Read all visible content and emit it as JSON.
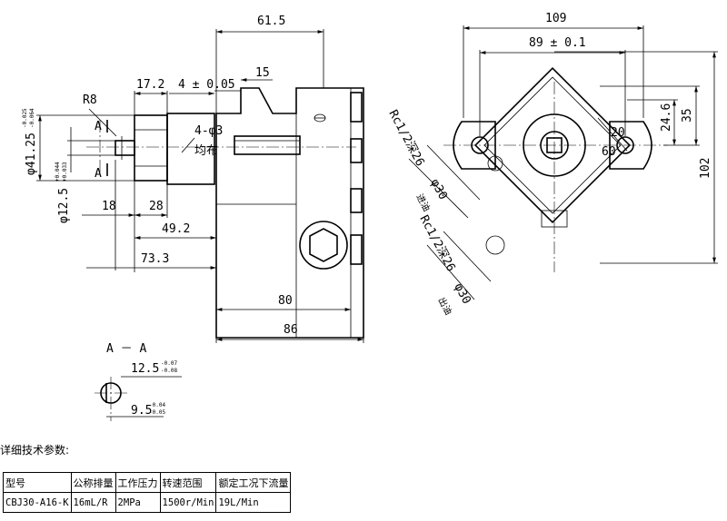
{
  "front_view": {
    "dims": {
      "d61_5": "61.5",
      "d17_2": "17.2",
      "d4pm": "4 ± 0.05",
      "d15": "15",
      "r8": "R8",
      "a_top": "A",
      "a_bot": "A",
      "holes": "4-φ3",
      "holes_note": "均布",
      "d41": "φ41.25",
      "d41_tol_up": "-0.025",
      "d41_tol_dn": "-0.064",
      "d125": "φ12.5",
      "d125_tol_up": "+0.044",
      "d125_tol_dn": "+0.033",
      "d18": "18",
      "d28": "28",
      "d49": "49.2",
      "d73": "73.3",
      "d80": "80",
      "d86": "86"
    }
  },
  "side_view": {
    "dims": {
      "d109": "109",
      "d89": "89 ± 0.1",
      "d35": "35",
      "d24_6": "24.6",
      "d20": "20",
      "d60": "60",
      "d102": "102",
      "port_thread_1": "Rc1/2深26",
      "port_dia_1": "φ30",
      "port_label_1": "进油",
      "port_thread_2": "Rc1/2深26",
      "port_dia_2": "φ30",
      "port_label_2": "出油"
    }
  },
  "section_view": {
    "title": "A － A",
    "d125": "12.5",
    "d125_tol_up": "-0.07",
    "d125_tol_dn": "-0.08",
    "d95": "9.5",
    "d95_tol_up": "-0.04",
    "d95_tol_dn": "-0.05"
  },
  "spec": {
    "heading": "详细技术参数:",
    "columns": [
      "型号",
      "公称排量",
      "工作压力",
      "转速范围",
      "额定工况下流量"
    ],
    "row": [
      "CBJ30-A16-K",
      "16mL/R",
      "2MPa",
      "1500r/Min",
      "19L/Min"
    ]
  }
}
